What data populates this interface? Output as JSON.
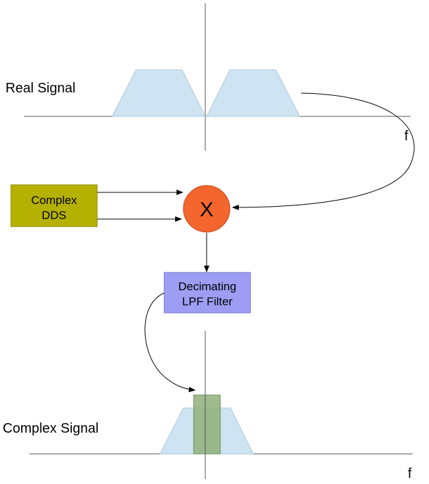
{
  "labels": {
    "real_signal": "Real Signal",
    "complex_signal": "Complex Signal",
    "freq_axis_top": "f",
    "freq_axis_bottom": "f"
  },
  "blocks": {
    "dds": {
      "line1": "Complex",
      "line2": "DDS",
      "color": "#b5b100"
    },
    "mixer": {
      "symbol": "X",
      "color": "#f4662e"
    },
    "filter": {
      "line1": "Decimating",
      "line2": "LPF Filter",
      "color": "#9d9df4"
    }
  },
  "colors": {
    "spectrum_fill": "#cfe4f2",
    "filter_band_fill": "#8fb07a",
    "axis": "#555555"
  }
}
